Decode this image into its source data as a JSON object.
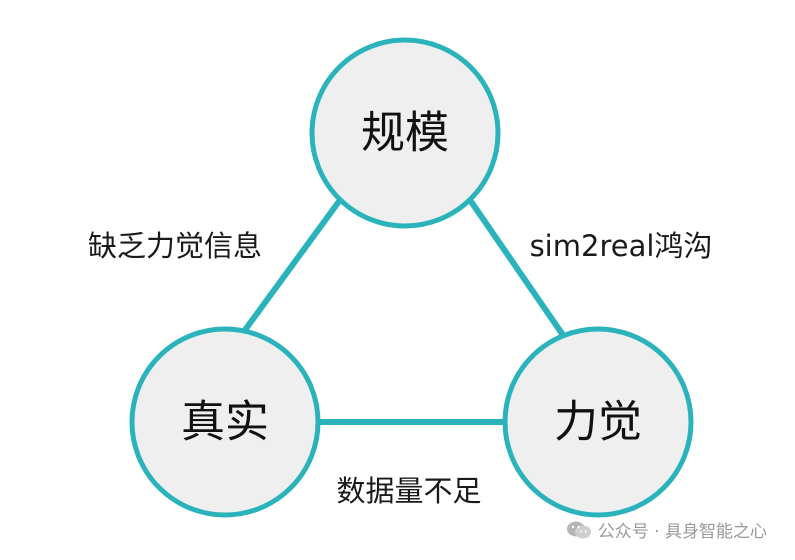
{
  "nodes": {
    "scale": "规模",
    "real": "真实",
    "force": "力觉"
  },
  "edges": {
    "left": "缺乏力觉信息",
    "right": "sim2real鸿沟",
    "bottom": "数据量不足"
  },
  "watermark": {
    "text": "公众号 · 具身智能之心"
  },
  "colors": {
    "accent": "#2bb3bb",
    "node_fill": "#efefef"
  }
}
